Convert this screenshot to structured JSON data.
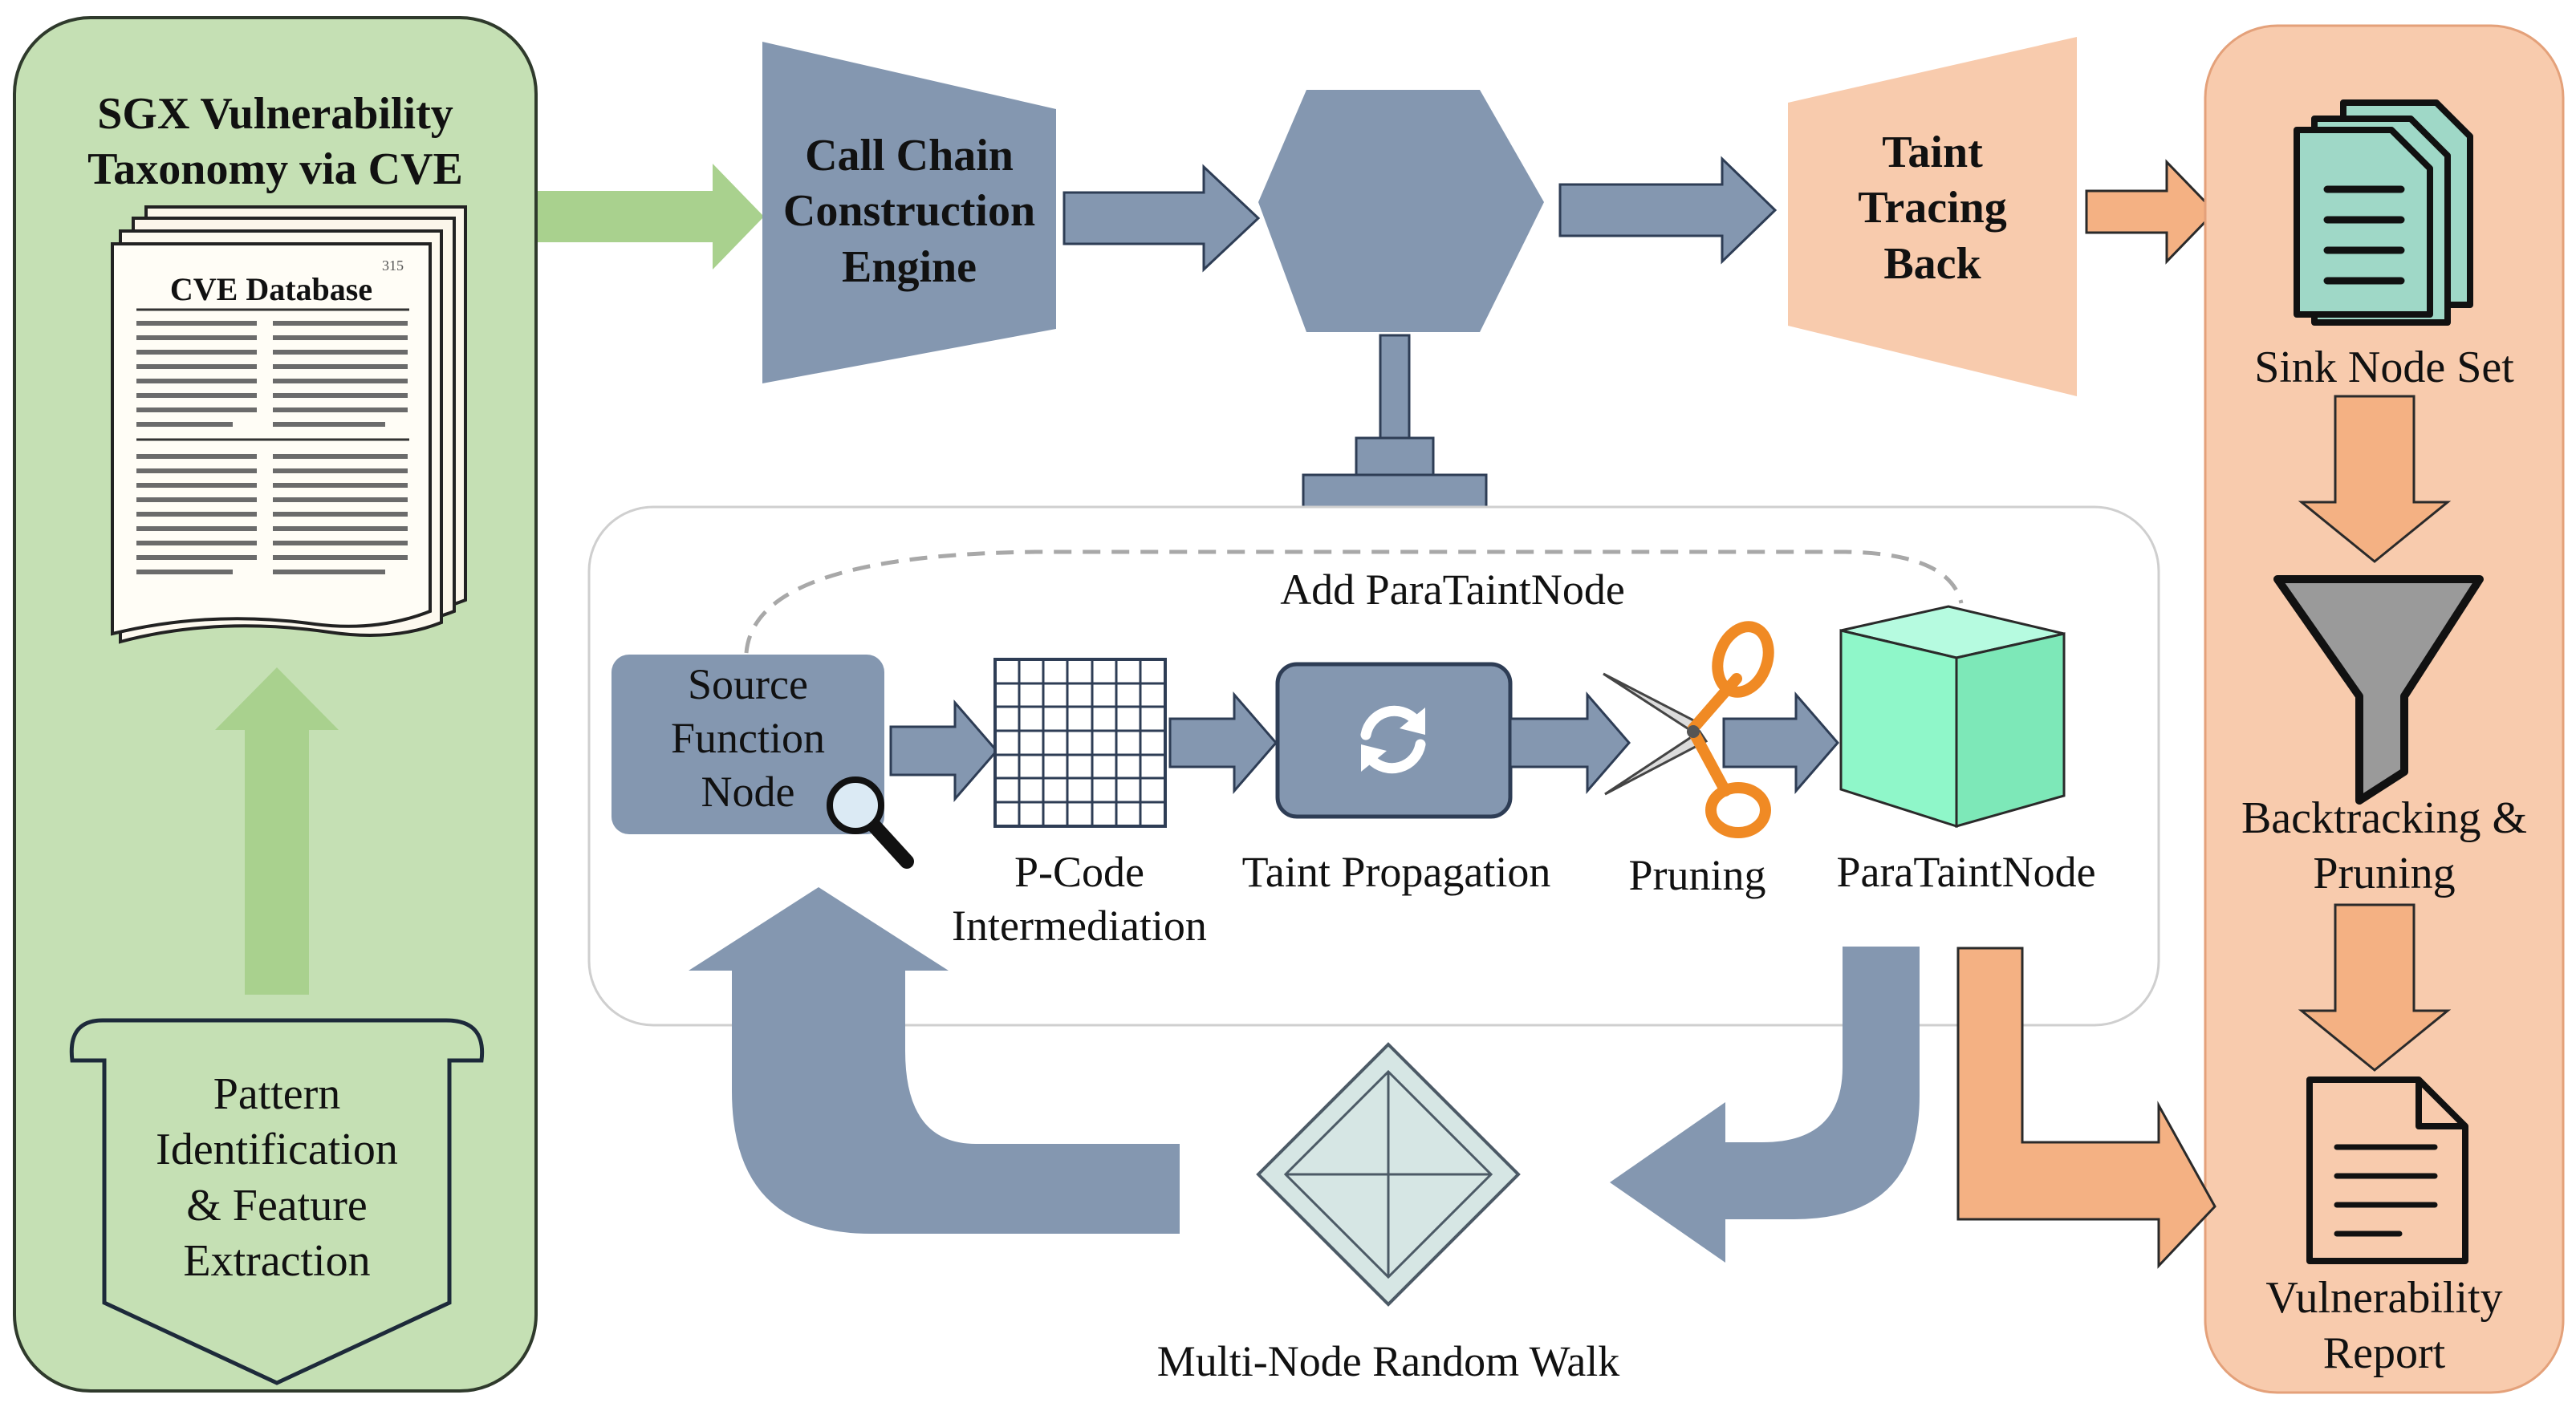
{
  "taxonomy": {
    "title_line1": "SGX Vulnerability",
    "title_line2": "Taxonomy via CVE",
    "doc_title": "CVE Database",
    "doc_corner": "315"
  },
  "pattern": {
    "line1": "Pattern",
    "line2": "Identification",
    "line3": "& Feature",
    "line4": "Extraction"
  },
  "engine": {
    "line1": "Call Chain",
    "line2": "Construction",
    "line3": "Engine"
  },
  "taint_tracing": {
    "line1": "Taint",
    "line2": "Tracing",
    "line3": "Back"
  },
  "add_node_label": "Add ParaTaintNode",
  "source_node": {
    "line1": "Source",
    "line2": "Function",
    "line3": "Node"
  },
  "pcode": {
    "line1": "P-Code",
    "line2": "Intermediation"
  },
  "taint_propagation": "Taint Propagation",
  "pruning": "Pruning",
  "parataintnode": "ParaTaintNode",
  "random_walk": "Multi-Node Random Walk",
  "sink_node_set": "Sink Node Set",
  "backtracking": {
    "line1": "Backtracking &",
    "line2": "Pruning"
  },
  "report": {
    "line1": "Vulnerability",
    "line2": "Report"
  },
  "colors": {
    "green_panel": "#c5e0b4",
    "green_border": "#2f3a2c",
    "green_arrow": "#a9d18e",
    "slate": "#8497b0",
    "slate_dark": "#2e3d55",
    "peach": "#f8cbad",
    "orange": "#f4b183",
    "teal_doc": "#9fd8c7",
    "cube": "#8ff7c9",
    "diamond": "#d6e6e4"
  }
}
